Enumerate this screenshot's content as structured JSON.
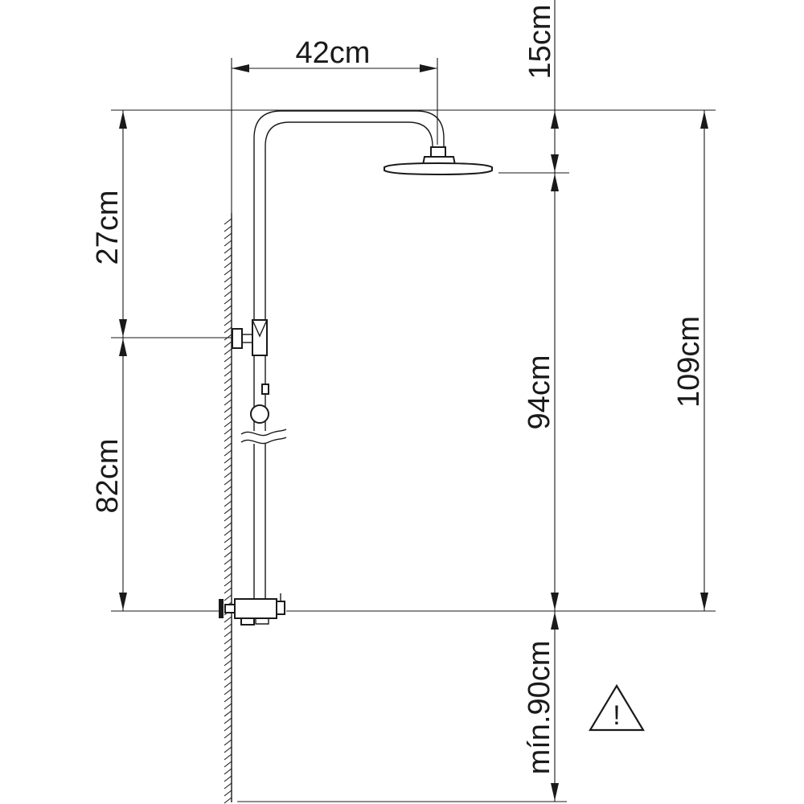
{
  "dimensions": {
    "arm_reach": "42cm",
    "head_drop": "15cm",
    "upper_section": "27cm",
    "lower_section": "82cm",
    "head_height": "94cm",
    "total_height": "109cm",
    "min_floor_height": "mín.90cm"
  },
  "warning": {
    "symbol": "!",
    "icon": "warning-triangle-icon"
  },
  "colors": {
    "line": "#1a1a1a",
    "background": "#ffffff"
  }
}
